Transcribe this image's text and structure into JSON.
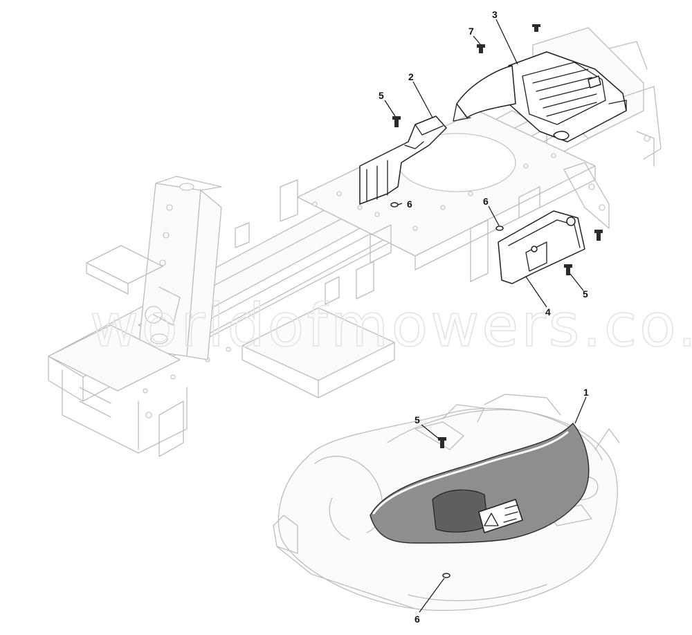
{
  "watermark": "worldofmowers.co.uk",
  "callouts": [
    {
      "id": "c1",
      "label": "1"
    },
    {
      "id": "c2",
      "label": "2"
    },
    {
      "id": "c3",
      "label": "3"
    },
    {
      "id": "c4",
      "label": "4"
    },
    {
      "id": "c5a",
      "label": "5"
    },
    {
      "id": "c5b",
      "label": "5"
    },
    {
      "id": "c5c",
      "label": "5"
    },
    {
      "id": "c6a",
      "label": "6"
    },
    {
      "id": "c6b",
      "label": "6"
    },
    {
      "id": "c6c",
      "label": "6"
    },
    {
      "id": "c7",
      "label": "7"
    }
  ]
}
